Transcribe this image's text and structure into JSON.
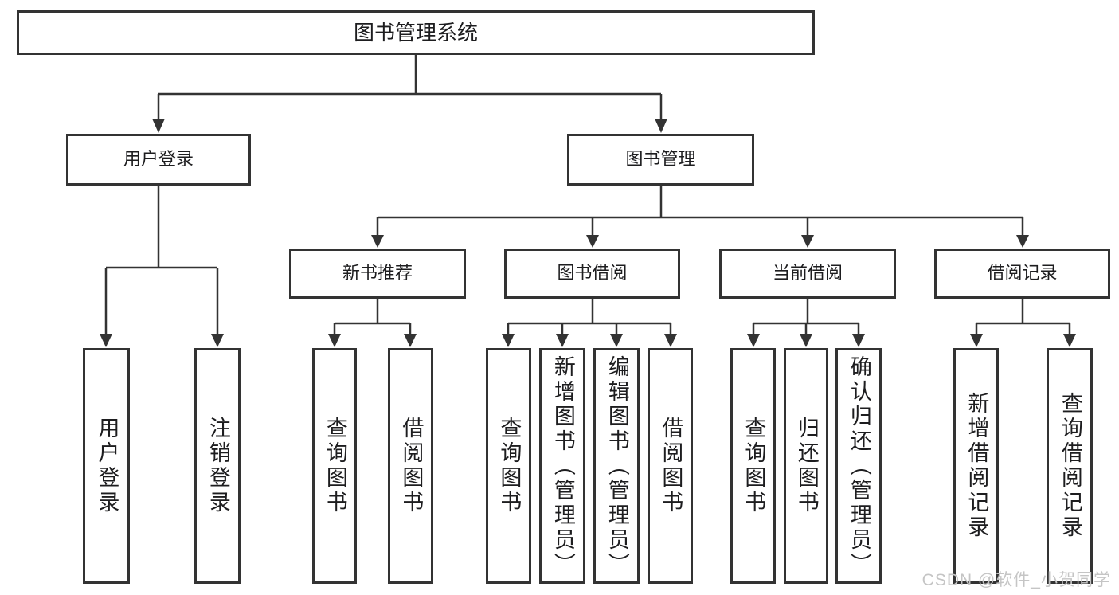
{
  "colors": {
    "line": "#333333",
    "border": "#333333",
    "text": "#1d1d1f",
    "watermark": "#c5c5c5",
    "background": "#ffffff"
  },
  "watermark": {
    "text": "CSDN @软件_小贺同学"
  },
  "tree": {
    "root": {
      "label": "图书管理系统",
      "children": [
        {
          "label": "用户登录",
          "children": [
            {
              "label": "用户登录"
            },
            {
              "label": "注销登录"
            }
          ]
        },
        {
          "label": "图书管理",
          "children": [
            {
              "label": "新书推荐",
              "children": [
                {
                  "label": "查询图书"
                },
                {
                  "label": "借阅图书"
                }
              ]
            },
            {
              "label": "图书借阅",
              "children": [
                {
                  "label": "查询图书"
                },
                {
                  "label": "新增图书（管理员）"
                },
                {
                  "label": "编辑图书（管理员）"
                },
                {
                  "label": "借阅图书"
                }
              ]
            },
            {
              "label": "当前借阅",
              "children": [
                {
                  "label": "查询图书"
                },
                {
                  "label": "归还图书"
                },
                {
                  "label": "确认归还（管理员）"
                }
              ]
            },
            {
              "label": "借阅记录",
              "children": [
                {
                  "label": "新增借阅记录"
                },
                {
                  "label": "查询借阅记录"
                }
              ]
            }
          ]
        }
      ]
    }
  }
}
